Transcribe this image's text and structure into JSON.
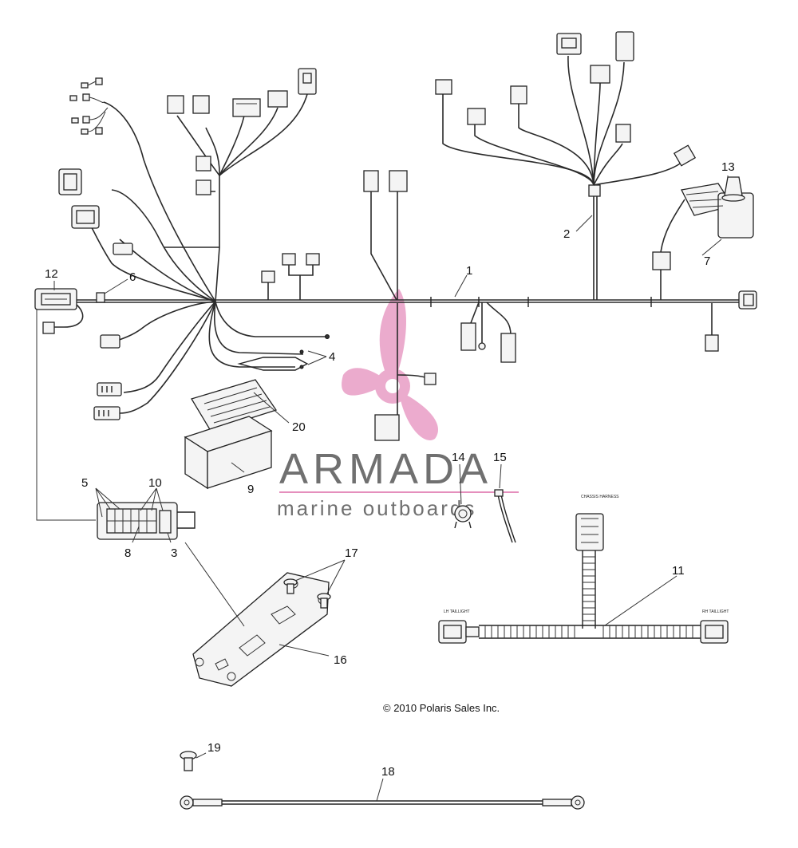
{
  "callouts": {
    "c1": "1",
    "c2": "2",
    "c3": "3",
    "c4": "4",
    "c5": "5",
    "c6": "6",
    "c7": "7",
    "c8": "8",
    "c9": "9",
    "c10": "10",
    "c11": "11",
    "c12": "12",
    "c13": "13",
    "c14": "14",
    "c15": "15",
    "c16": "16",
    "c17": "17",
    "c18": "18",
    "c19": "19",
    "c20": "20"
  },
  "copyright": "© 2010 Polaris Sales Inc.",
  "watermark": {
    "title": "ARMADA",
    "subtitle": "marine outboards",
    "color": "#e58fbd"
  },
  "harness_labels": {
    "chassis": "CHASSIS HARNESS",
    "lh_taillight": "LH TAILLIGHT",
    "rh_taillight": "RH TAILLIGHT"
  }
}
